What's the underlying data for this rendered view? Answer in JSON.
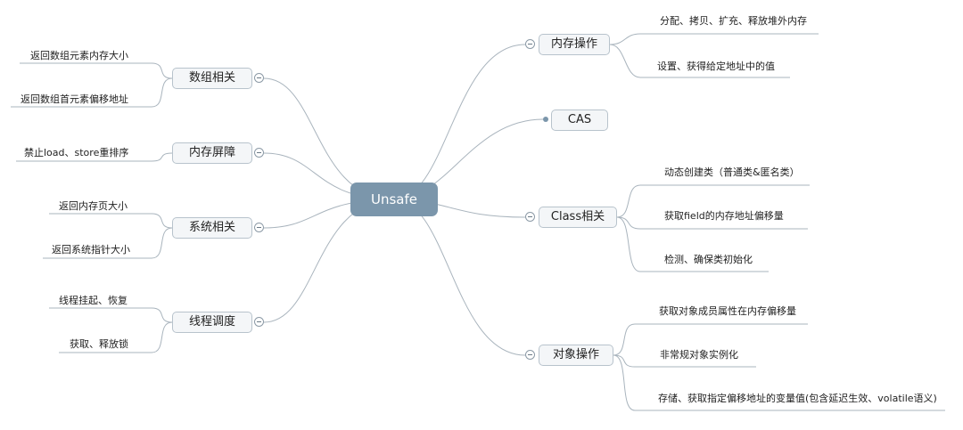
{
  "root": {
    "label": "Unsafe"
  },
  "colors": {
    "root_fill": "#7b96ab",
    "branch_fill": "#f4f6f8",
    "line": "#a9b4bd"
  },
  "left_branches": [
    {
      "label": "数组相关",
      "leaves": [
        "返回数组元素内存大小",
        "返回数组首元素偏移地址"
      ]
    },
    {
      "label": "内存屏障",
      "leaves": [
        "禁止load、store重排序"
      ]
    },
    {
      "label": "系统相关",
      "leaves": [
        "返回内存页大小",
        "返回系统指针大小"
      ]
    },
    {
      "label": "线程调度",
      "leaves": [
        "线程挂起、恢复",
        "获取、释放锁"
      ]
    }
  ],
  "right_branches": [
    {
      "label": "内存操作",
      "leaves": [
        "分配、拷贝、扩充、释放堆外内存",
        "设置、获得给定地址中的值"
      ]
    },
    {
      "label": "CAS",
      "leaves": []
    },
    {
      "label": "Class相关",
      "leaves": [
        "动态创建类（普通类&匿名类）",
        "获取field的内存地址偏移量",
        "检测、确保类初始化"
      ]
    },
    {
      "label": "对象操作",
      "leaves": [
        "获取对象成员属性在内存偏移量",
        "非常规对象实例化",
        "存储、获取指定偏移地址的变量值(包含延迟生效、volatile语义)"
      ]
    }
  ]
}
